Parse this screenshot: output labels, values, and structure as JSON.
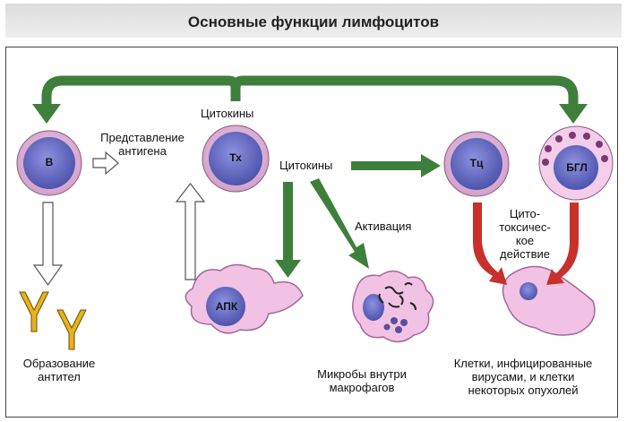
{
  "title": "Основные функции лимфоцитов",
  "cells": {
    "b": "В",
    "th": "Тх",
    "tc": "Тц",
    "bgl": "БГЛ",
    "apk": "АПК"
  },
  "labels": {
    "cytokines_top": "Цитокины",
    "cytokines_mid": "Цитокины",
    "antigen_presentation": [
      "Представление",
      "антигена"
    ],
    "activation": "Активация",
    "cytotoxic": [
      "Цито-",
      "токсичес-",
      "кое",
      "действие"
    ],
    "antibody_formation": [
      "Образование",
      "антител"
    ],
    "microbes_in_macrophages": [
      "Микробы внутри",
      "макрофагов"
    ],
    "infected_cells": [
      "Клетки, инфицированные",
      "вирусами, и клетки",
      "некоторых опухолей"
    ]
  },
  "colors": {
    "green_arrow": "#3f7f3c",
    "red_arrow": "#c8302c",
    "cell_outer": "#e2b6d8",
    "cell_nucleus": "#6a6fc6",
    "pink_tissue": "#f1c2e3"
  }
}
